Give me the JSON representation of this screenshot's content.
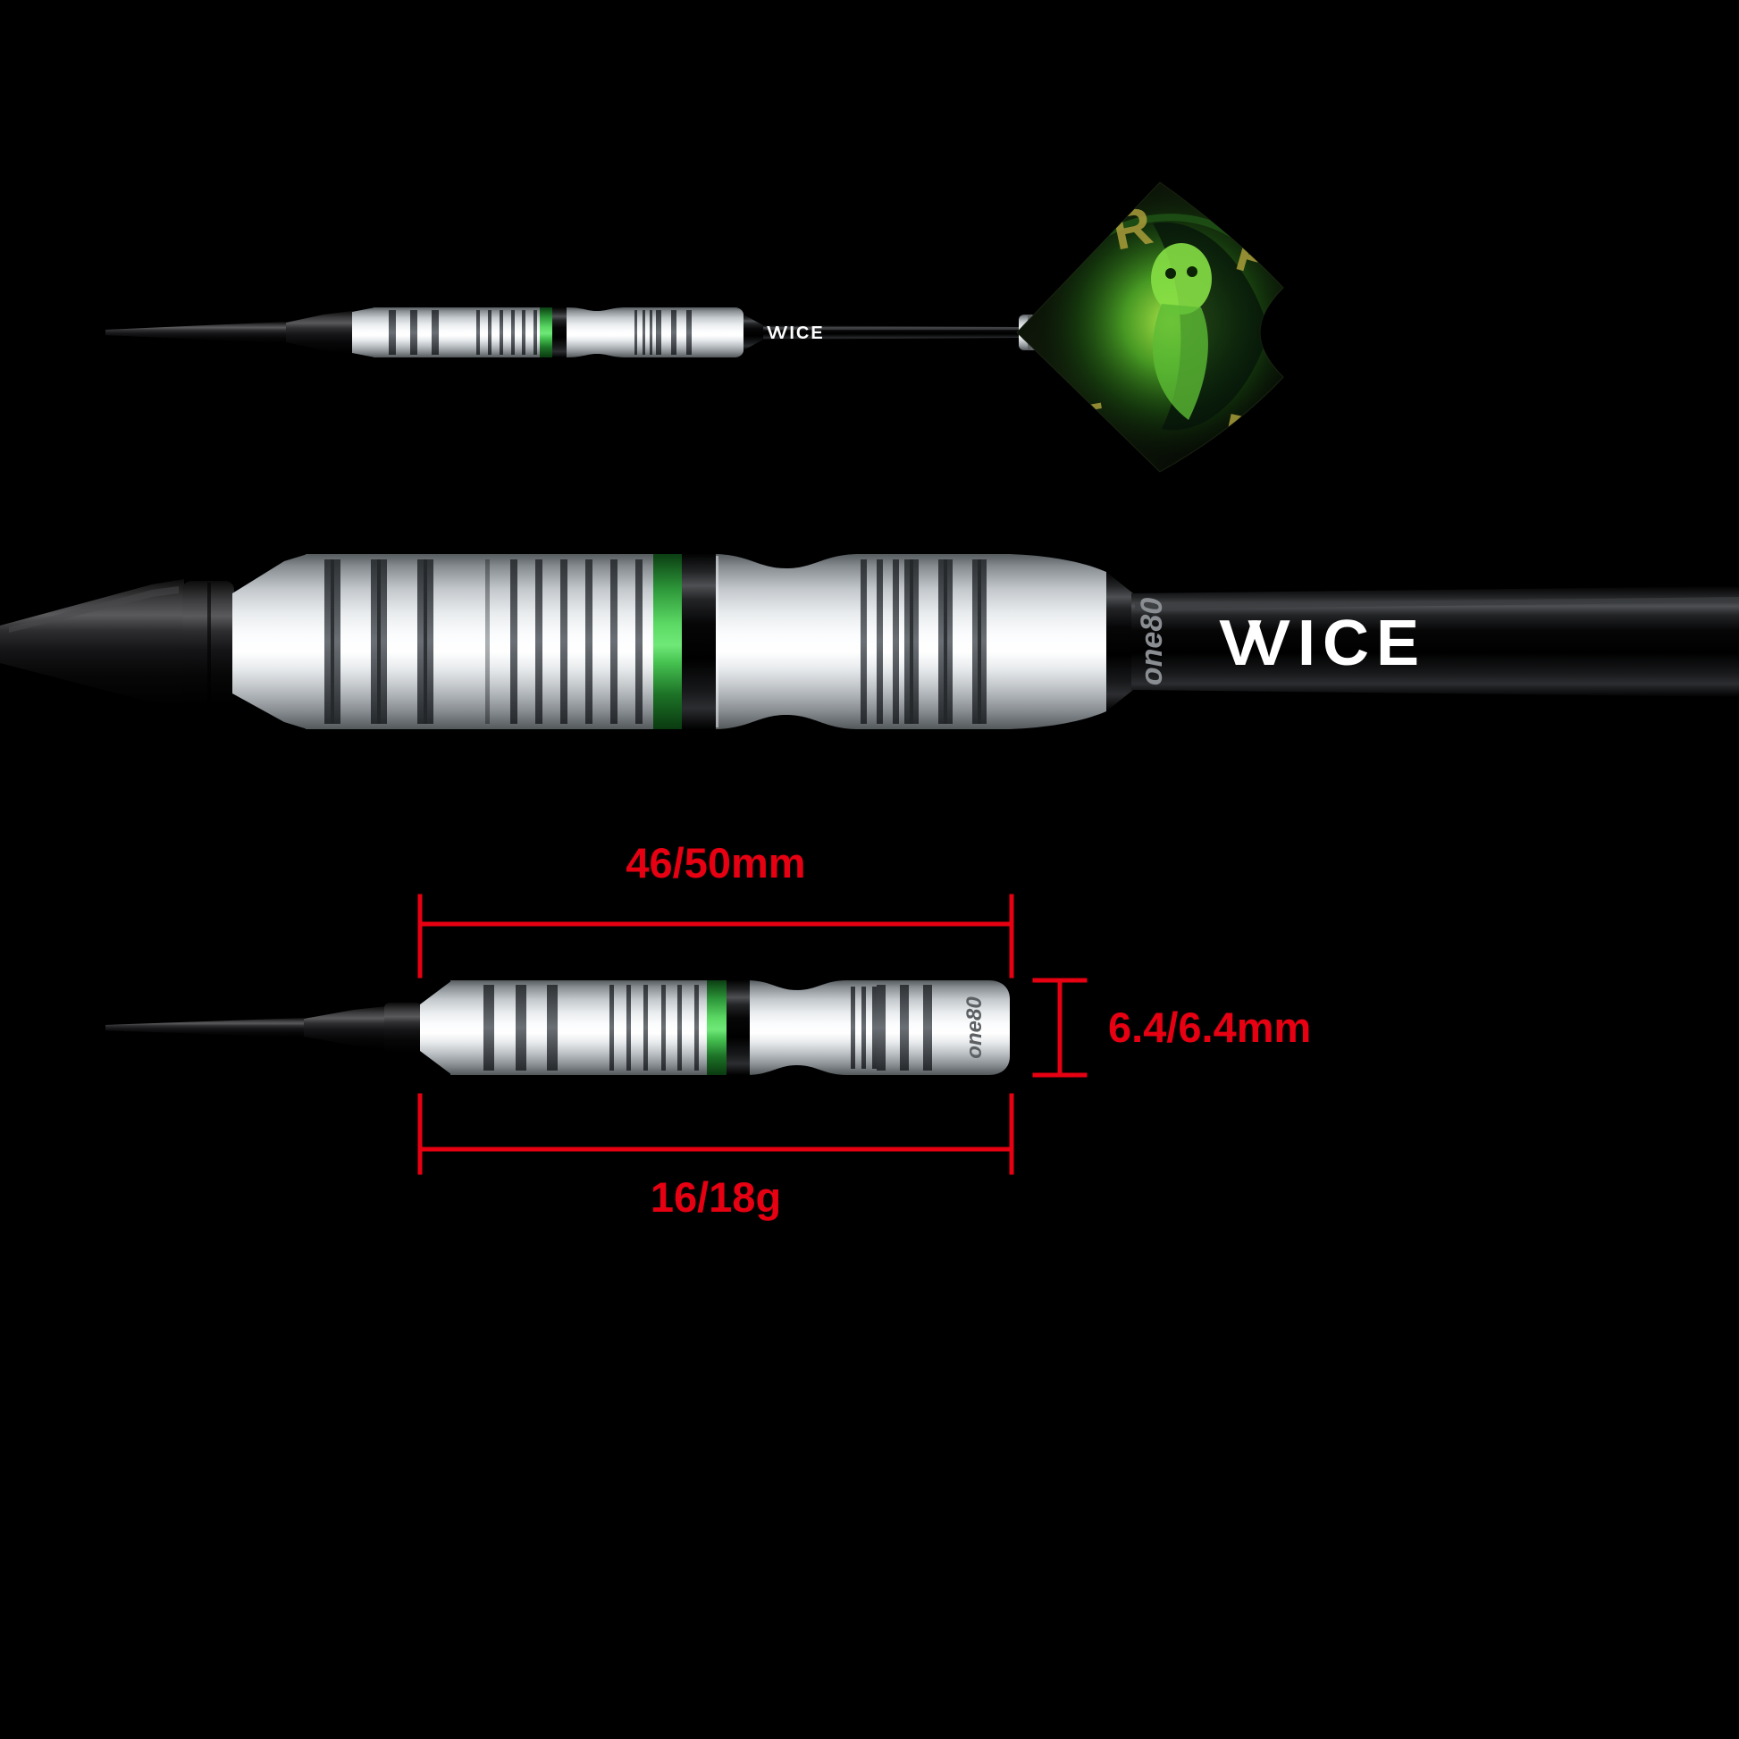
{
  "branding": {
    "vice_logo": "VICE",
    "vice_logo_overlap_glyph": "V",
    "one80_logo": "one80"
  },
  "dimensions": {
    "length": "46/50mm",
    "diameter": "6.4/6.4mm",
    "weight": "16/18g"
  },
  "flight_art": {
    "letters": [
      "R",
      "P",
      "E",
      "R"
    ]
  },
  "colors": {
    "annotation_red": "#e60012",
    "barrel_green_ring": "#4ec957",
    "flight_green": "#6fcf3f",
    "flight_yellow": "#b0a23c",
    "metal_silver": "#d9dde0",
    "shaft_black": "#0a0a0b"
  }
}
